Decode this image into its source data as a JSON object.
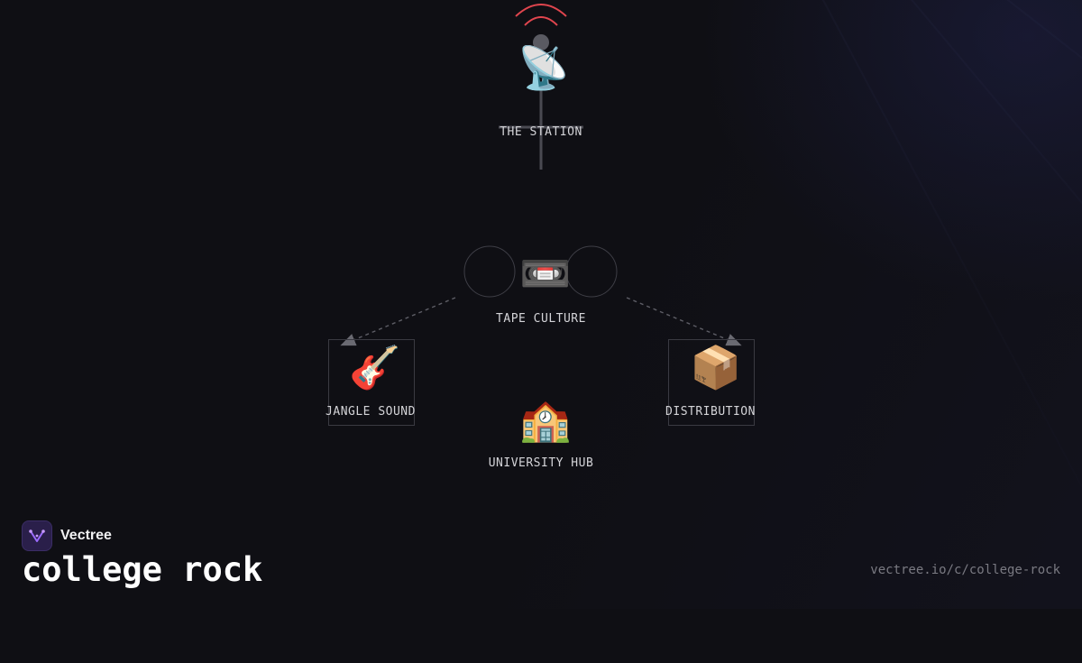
{
  "brand": {
    "name": "Vectree"
  },
  "page": {
    "title": "college rock",
    "url": "vectree.io/c/college-rock"
  },
  "nodes": {
    "station": {
      "label": "THE STATION",
      "icon": "satellite-dish-icon",
      "glyph": "📡"
    },
    "tape": {
      "label": "TAPE CULTURE",
      "icon": "videocassette-icon",
      "glyph": "📼"
    },
    "jangle": {
      "label": "JANGLE SOUND",
      "icon": "guitar-icon",
      "glyph": "🎸"
    },
    "distribution": {
      "label": "DISTRIBUTION",
      "icon": "package-icon",
      "glyph": "📦"
    },
    "university": {
      "label": "UNIVERSITY HUB",
      "icon": "school-icon",
      "glyph": "🏫"
    }
  },
  "colors": {
    "signal": "#e0454e",
    "accent": "#9b6bff",
    "background": "#0f0f14"
  }
}
